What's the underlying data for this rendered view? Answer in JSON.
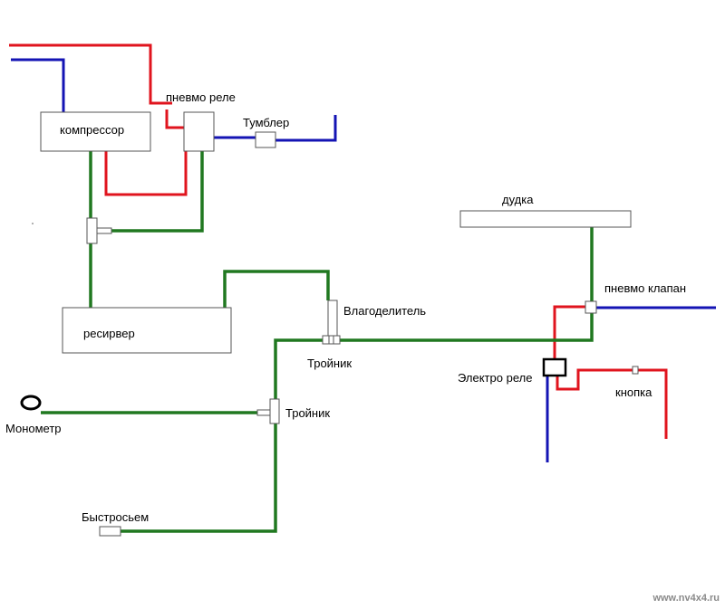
{
  "colors": {
    "red_line": "#e0141e",
    "blue_line": "#1414b4",
    "green_line": "#207820",
    "box_stroke": "#555555"
  },
  "labels": {
    "compressor": "компрессор",
    "pneumo_relay": "пневмо реле",
    "toggle_switch": "Тумблер",
    "horn": "дудка",
    "pneumo_valve": "пневмо клапан",
    "receiver": "ресирвер",
    "moisture_separator": "Влагоделитель",
    "tee_upper": "Тройник",
    "tee_lower": "Тройник",
    "electro_relay": "Электро реле",
    "button": "кнопка",
    "manometer": "Монометр",
    "quick_release": "Быстросьем"
  },
  "watermark": "www.nv4x4.ru"
}
